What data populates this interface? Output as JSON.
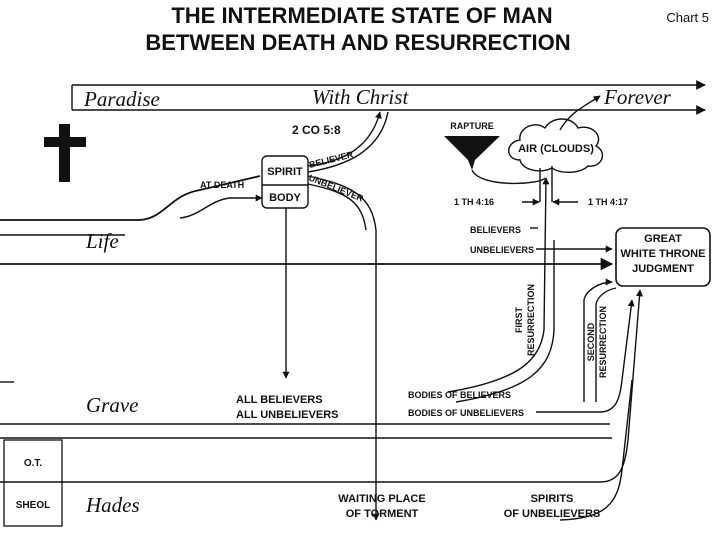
{
  "title": {
    "line1": "THE INTERMEDIATE STATE OF MAN",
    "line2": "BETWEEN DEATH AND RESURRECTION"
  },
  "chart_number": "Chart 5",
  "bands": {
    "paradise": "Paradise",
    "with_christ": "With Christ",
    "forever": "Forever",
    "life": "Life",
    "grave": "Grave",
    "hades": "Hades"
  },
  "labels": {
    "co": "2 CO 5:8",
    "rapture": "RAPTURE",
    "air": "AIR (CLOUDS)",
    "at_death": "AT DEATH",
    "spirit": "SPIRIT",
    "body": "BODY",
    "believer": "BELIEVER",
    "unbeliever": "UNBELIEVER",
    "th416": "1 TH 4:16",
    "th417": "1 TH 4:17",
    "believers": "BELIEVERS",
    "unbelievers": "UNBELIEVERS",
    "gwt1": "GREAT",
    "gwt2": "WHITE THRONE",
    "gwt3": "JUDGMENT",
    "first1": "FIRST",
    "first2": "RESURRECTION",
    "second1": "SECOND",
    "second2": "RESURRECTION",
    "all_believers": "ALL BELIEVERS",
    "all_unbelievers": "ALL UNBELIEVERS",
    "bodies_believers": "BODIES OF BELIEVERS",
    "bodies_unbelievers": "BODIES OF UNBELIEVERS",
    "ot": "O.T.",
    "sheol": "SHEOL",
    "waiting1": "WAITING PLACE",
    "waiting2": "OF TORMENT",
    "spirits1": "SPIRITS",
    "spirits2": "OF UNBELIEVERS"
  },
  "icons": {
    "cross": "cross-icon",
    "rapture": "rapture-funnel-icon",
    "cloud": "cloud-icon"
  }
}
